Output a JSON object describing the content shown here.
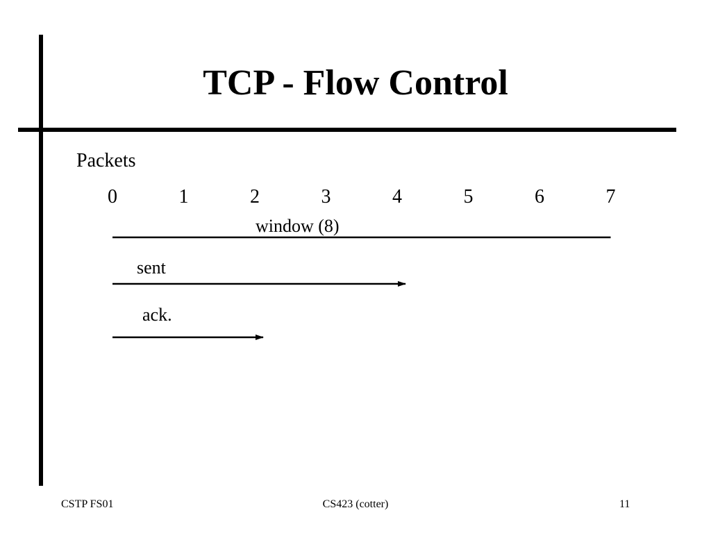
{
  "slide": {
    "title": "TCP - Flow Control"
  },
  "diagram": {
    "axis_label": "Packets",
    "packet_numbers": [
      "0",
      "1",
      "2",
      "3",
      "4",
      "5",
      "6",
      "7"
    ],
    "window": {
      "label": "window (8)",
      "from_packet": 0,
      "to_packet": 7
    },
    "arrows": [
      {
        "label": "sent",
        "from_packet": 0,
        "to_packet": 4
      },
      {
        "label": "ack.",
        "from_packet": 0,
        "to_packet": 2
      }
    ]
  },
  "footer": {
    "left": "CSTP FS01",
    "center": "CS423 (cotter)",
    "right": "11"
  }
}
